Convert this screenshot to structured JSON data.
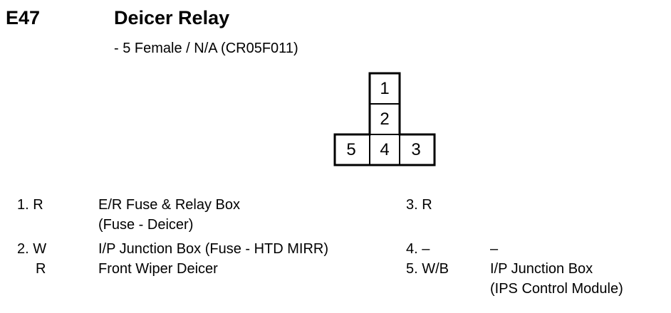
{
  "header": {
    "code": "E47",
    "title": "Deicer Relay",
    "subtitle": "- 5 Female / N/A (CR05F011)"
  },
  "connector": {
    "pins": [
      "1",
      "2",
      "5",
      "4",
      "3"
    ]
  },
  "pin_list": {
    "left": [
      {
        "pin": "1. R",
        "desc": [
          "E/R Fuse & Relay Box",
          "(Fuse - Deicer)"
        ]
      },
      {
        "pin": "2. W",
        "desc": [
          "I/P Junction Box (Fuse - HTD MIRR)"
        ]
      },
      {
        "pin": "R",
        "desc": [
          "Front Wiper Deicer"
        ]
      }
    ],
    "right": [
      {
        "pin": "3. R",
        "desc": []
      },
      {
        "pin": "4. –",
        "desc": [
          "–"
        ]
      },
      {
        "pin": "5. W/B",
        "desc": [
          "I/P Junction Box",
          "(IPS Control Module)"
        ]
      }
    ]
  },
  "colors": {
    "line": "#000000",
    "background": "#ffffff"
  }
}
